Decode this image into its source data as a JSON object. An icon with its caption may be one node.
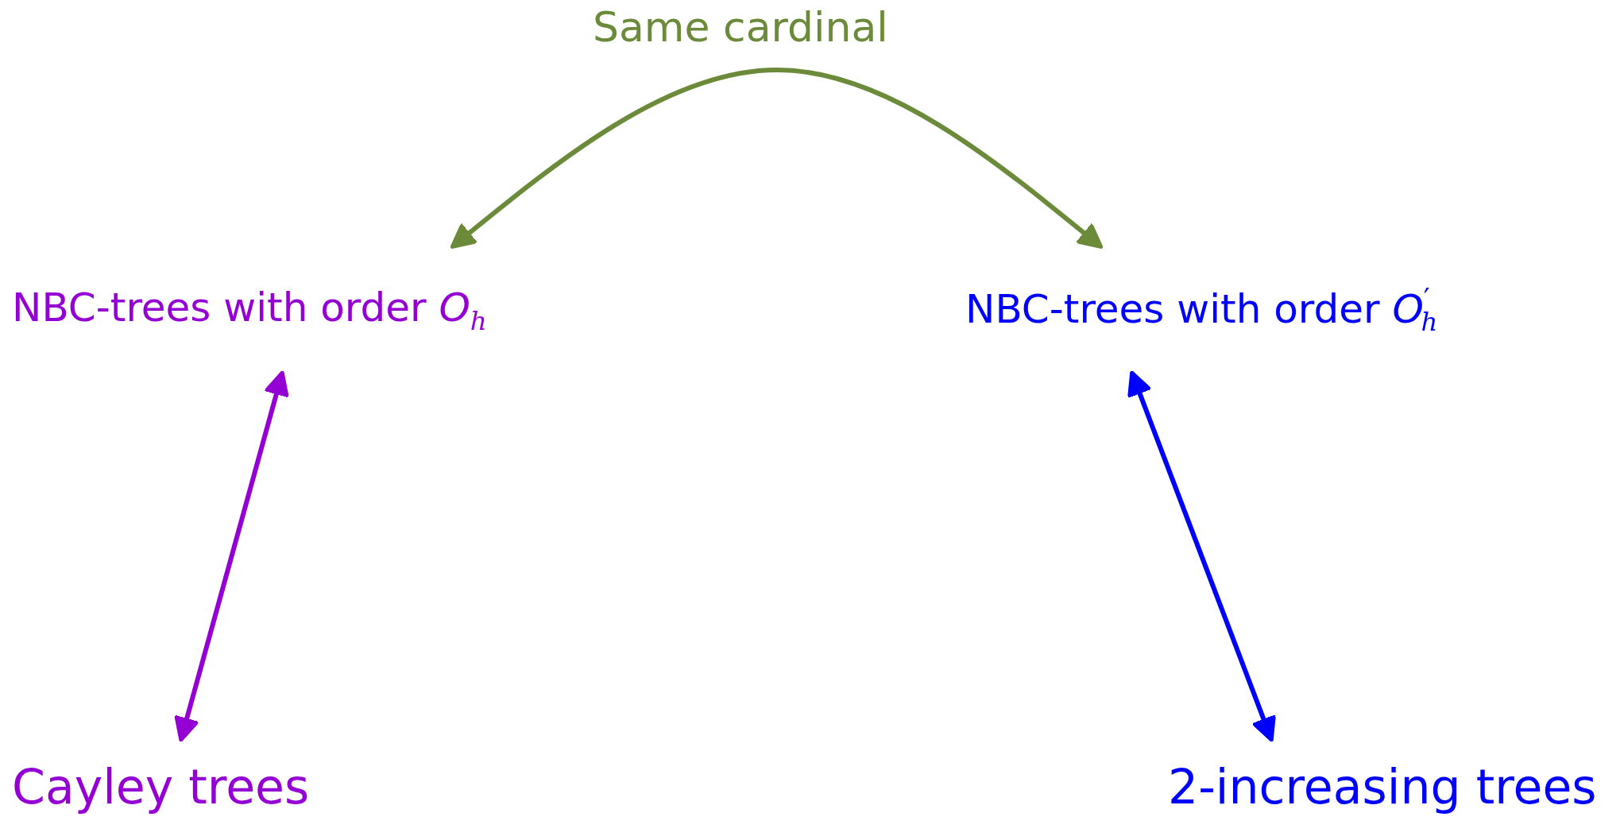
{
  "diagram": {
    "nodes": [
      {
        "text": [
          "NBC-trees with order *O*$_{h}$"
        ]
      },
      {
        "text": [
          "NBC-trees with order *O*$^{′}$$_{h}$"
        ]
      },
      {
        "text": [
          "Cayley trees"
        ]
      },
      {
        "text": [
          "2-increasing trees"
        ]
      }
    ],
    "edges": [
      {
        "from": 0,
        "to": 1,
        "arrow": "both",
        "label": "Same cardinal",
        "color": "#6b8a3a"
      },
      {
        "from": 0,
        "to": 2,
        "arrow": "both",
        "color": "#9400d3"
      },
      {
        "from": 1,
        "to": 3,
        "arrow": "both",
        "color": "#0000ff"
      }
    ]
  }
}
